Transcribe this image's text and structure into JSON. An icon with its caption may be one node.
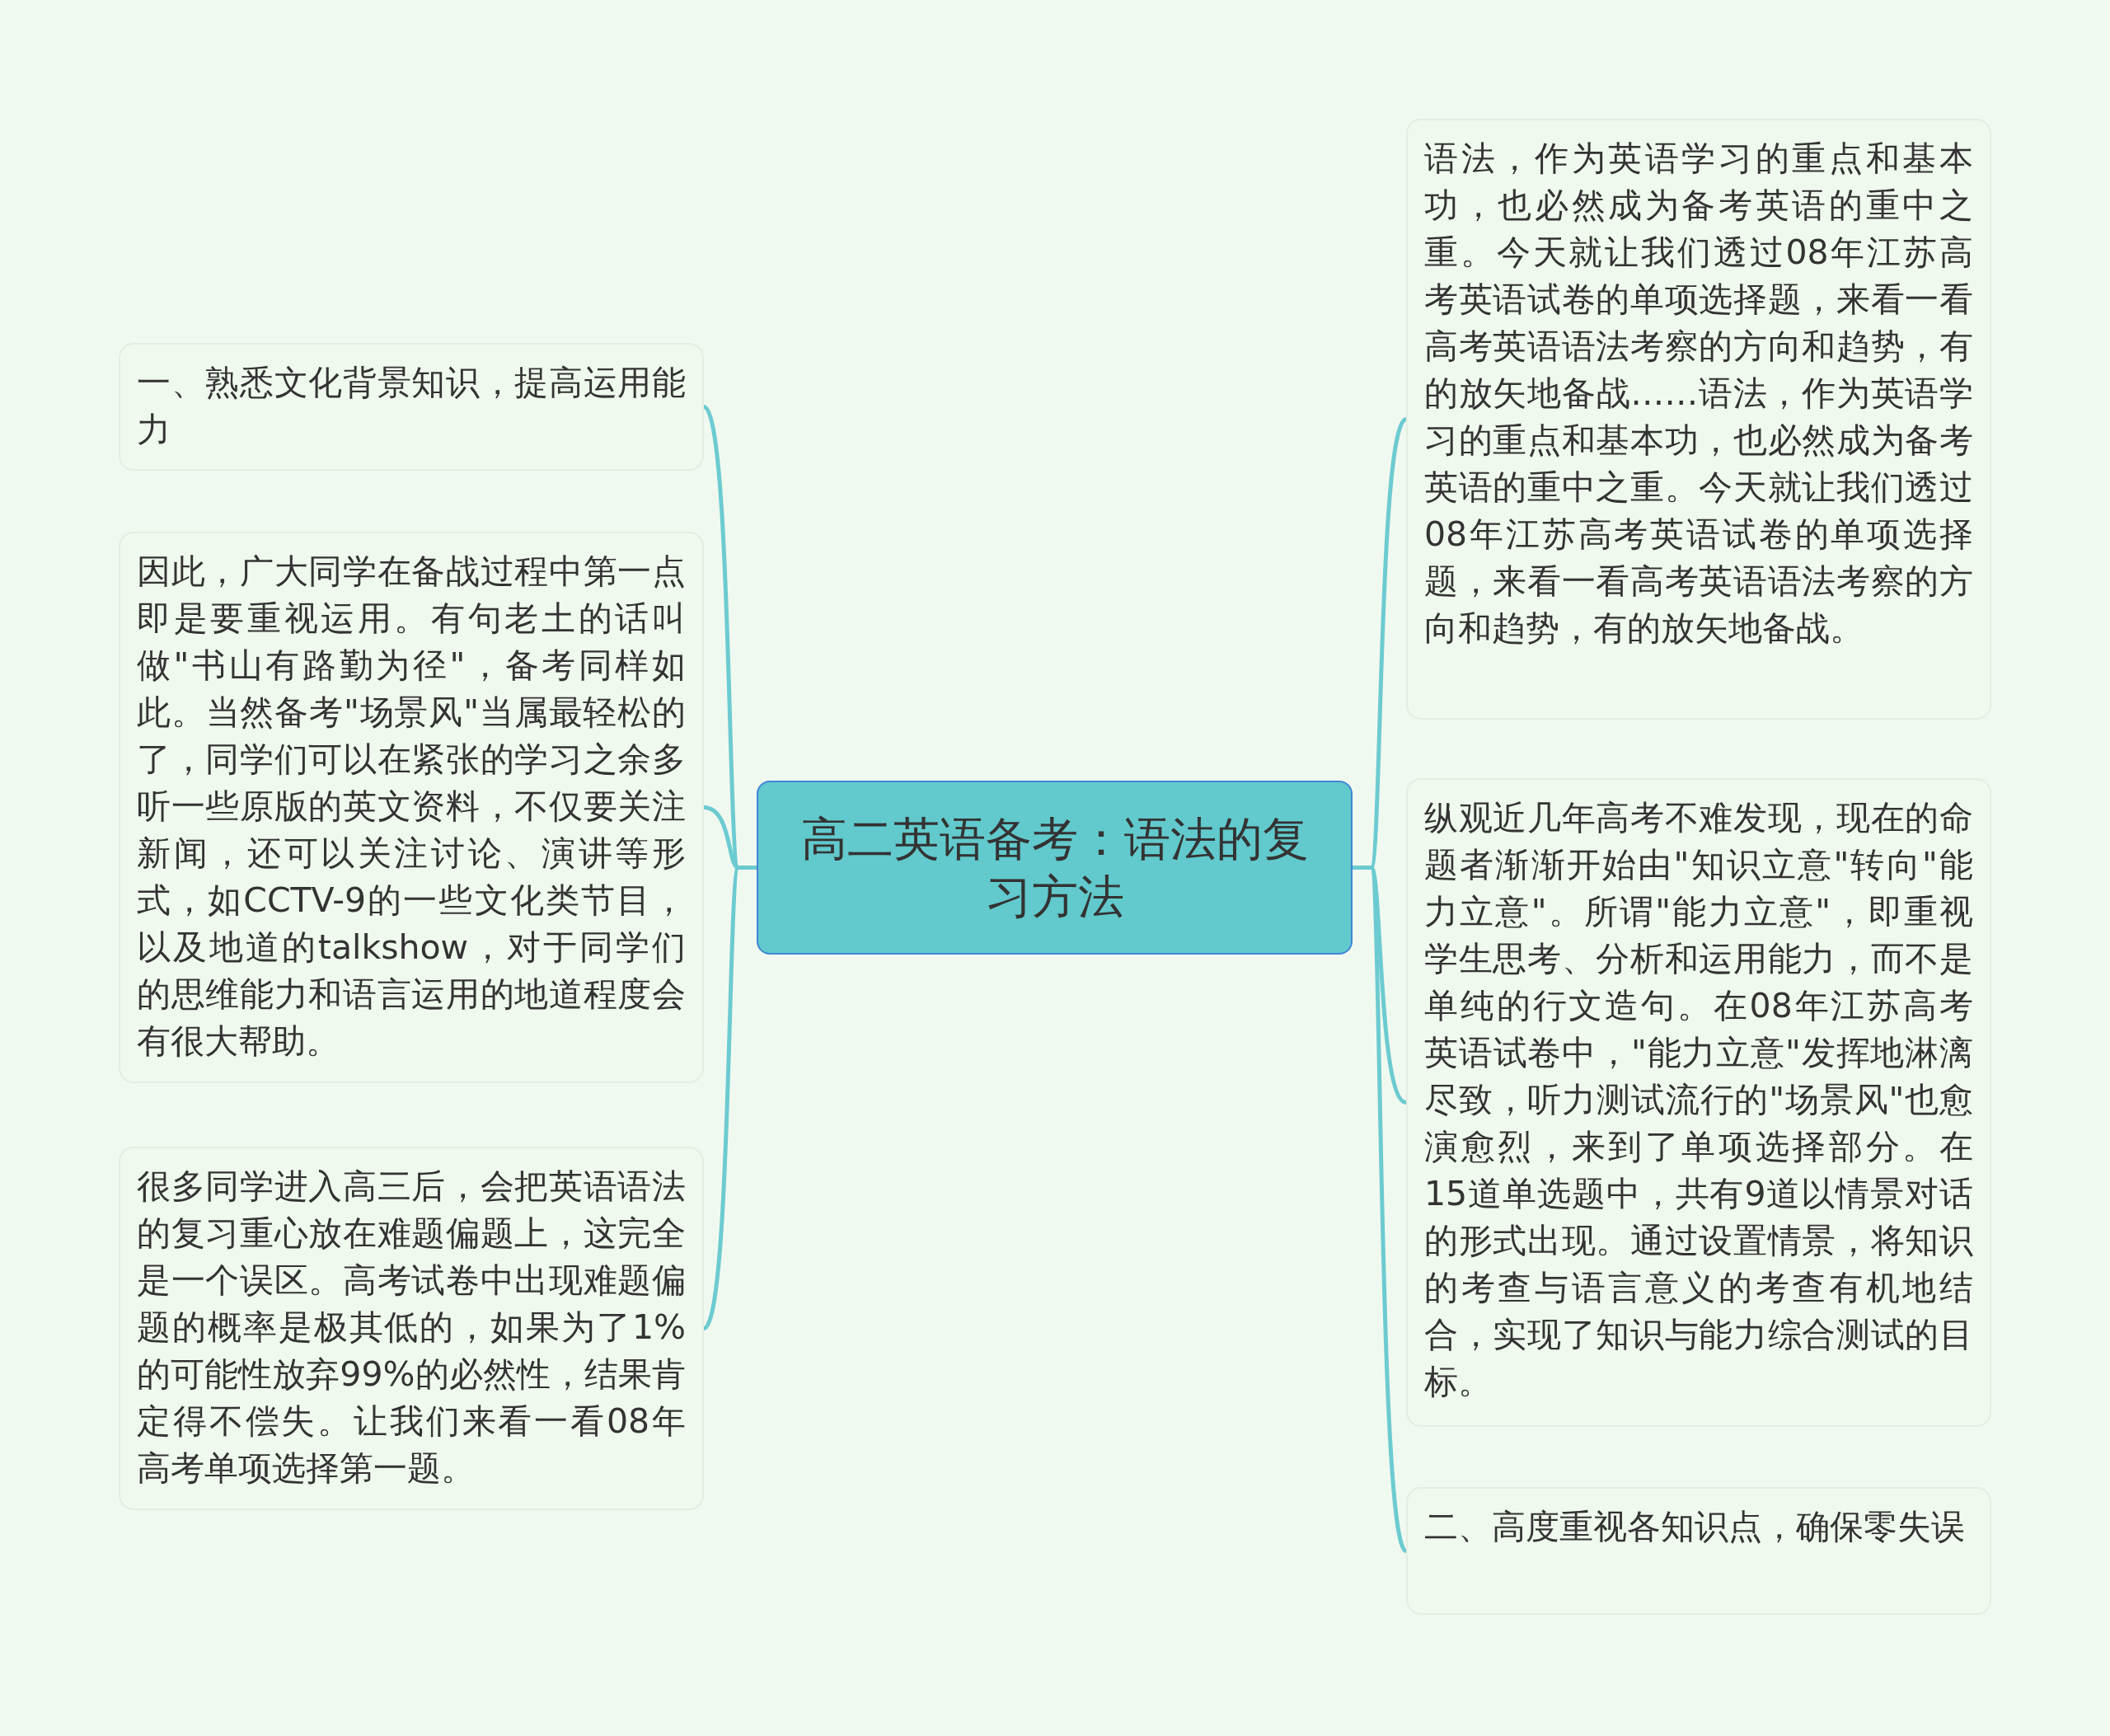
{
  "diagram": {
    "nodes": [
      {
        "text": [
          "高二英语备考：语法的复习方法"
        ]
      },
      {
        "text": [
          "一、熟悉文化背景知识，提高运用能力"
        ]
      },
      {
        "text": [
          "因此，广大同学在备战过程中第一点即是要重视运用。有句老土的话叫做\"书山有路勤为径\"，备考同样如此。当然备考\"场景风\"当属最轻松的了，同学们可以在紧张的学习之余多听一些原版的英文资料，不仅要关注新闻，还可以关注讨论、演讲等形式，如CCTV-9的一些文化类节目，以及地道的talkshow，对于同学们的思维能力和语言运用的地道程度会有很大帮助。"
        ]
      },
      {
        "text": [
          "很多同学进入高三后，会把英语语法的复习重心放在难题偏题上，这完全是一个误区。高考试卷中出现难题偏题的概率是极其低的，如果为了1%的可能性放弃99%的必然性，结果肯定得不偿失。让我们来看一看08年高考单项选择第一题。"
        ]
      },
      {
        "text": [
          "语法，作为英语学习的重点和基本功，也必然成为备考英语的重中之重。今天就让我们透过08年江苏高考英语试卷的单项选择题，来看一看高考英语语法考察的方向和趋势，有的放矢地备战……语法，作为英语学习的重点和基本功，也必然成为备考英语的重中之重。今天就让我们透过08年江苏高考英语试卷的单项选择题，来看一看高考英语语法考察的方向和趋势，有的放矢地备战。"
        ]
      },
      {
        "text": [
          "纵观近几年高考不难发现，现在的命题者渐渐开始由\"知识立意\"转向\"能力立意\"。所谓\"能力立意\"，即重视学生思考、分析和运用能力，而不是单纯的行文造句。在08年江苏高考英语试卷中，\"能力立意\"发挥地淋漓尽致，听力测试流行的\"场景风\"也愈演愈烈，来到了单项选择部分。在15道单选题中，共有9道以情景对话的形式出现。通过设置情景，将知识的考查与语言意义的考查有机地结合，实现了知识与能力综合测试的目标。"
        ]
      },
      {
        "text": [
          "二、高度重视各知识点，确保零失误"
        ]
      }
    ],
    "edges": [
      {
        "from": 0,
        "to": 1,
        "arrow": "none"
      },
      {
        "from": 0,
        "to": 2,
        "arrow": "none"
      },
      {
        "from": 0,
        "to": 3,
        "arrow": "none"
      },
      {
        "from": 0,
        "to": 4,
        "arrow": "none"
      },
      {
        "from": 0,
        "to": 5,
        "arrow": "none"
      },
      {
        "from": 0,
        "to": 6,
        "arrow": "none"
      }
    ]
  }
}
